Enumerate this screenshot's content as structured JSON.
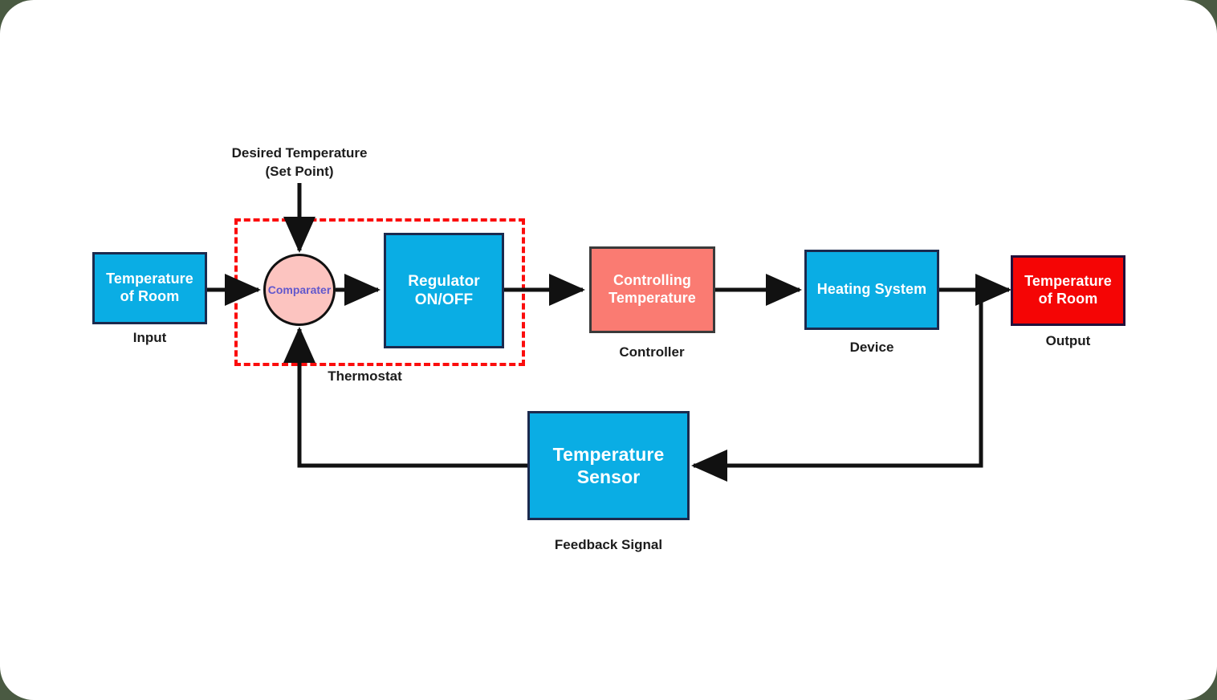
{
  "diagram": {
    "title": "Thermostat closed-loop temperature control block diagram",
    "background_color": "#ffffff",
    "page_color": "#4a5a42",
    "colors": {
      "block_blue": "#0aade4",
      "block_salmon": "#fa7b72",
      "block_red": "#f50505",
      "comparator_fill": "#fcc4c0",
      "comparator_text": "#6258cc",
      "dashed_outline": "#fb0d0d",
      "wire": "#111111",
      "caption_text": "#1c1c1c",
      "block_label_text": "#ffffff"
    },
    "blocks": [
      {
        "id": "input",
        "label": "Temperature\nof Room",
        "caption": "Input",
        "style": "blue"
      },
      {
        "id": "comparator",
        "label": "Comparater",
        "caption": "",
        "style": "circle"
      },
      {
        "id": "regulator",
        "label": "Regulator\nON/OFF",
        "caption": "",
        "style": "blue"
      },
      {
        "id": "controller",
        "label": "Controlling\nTemperature",
        "caption": "Controller",
        "style": "salmon"
      },
      {
        "id": "device",
        "label": "Heating System",
        "caption": "Device",
        "style": "blue"
      },
      {
        "id": "output",
        "label": "Temperature\nof Room",
        "caption": "Output",
        "style": "red"
      },
      {
        "id": "sensor",
        "label": "Temperature\nSensor",
        "caption": "Feedback Signal",
        "style": "blue"
      }
    ],
    "annotations": {
      "set_point": "Desired Temperature\n(Set Point)",
      "thermostat_group": "Thermostat"
    },
    "signal_flow": [
      "input -> comparator",
      "set_point -> comparator",
      "comparator -> regulator",
      "regulator -> controller",
      "controller -> device",
      "device -> output",
      "device -> sensor (feedback tap)",
      "sensor -> comparator (feedback)"
    ]
  }
}
